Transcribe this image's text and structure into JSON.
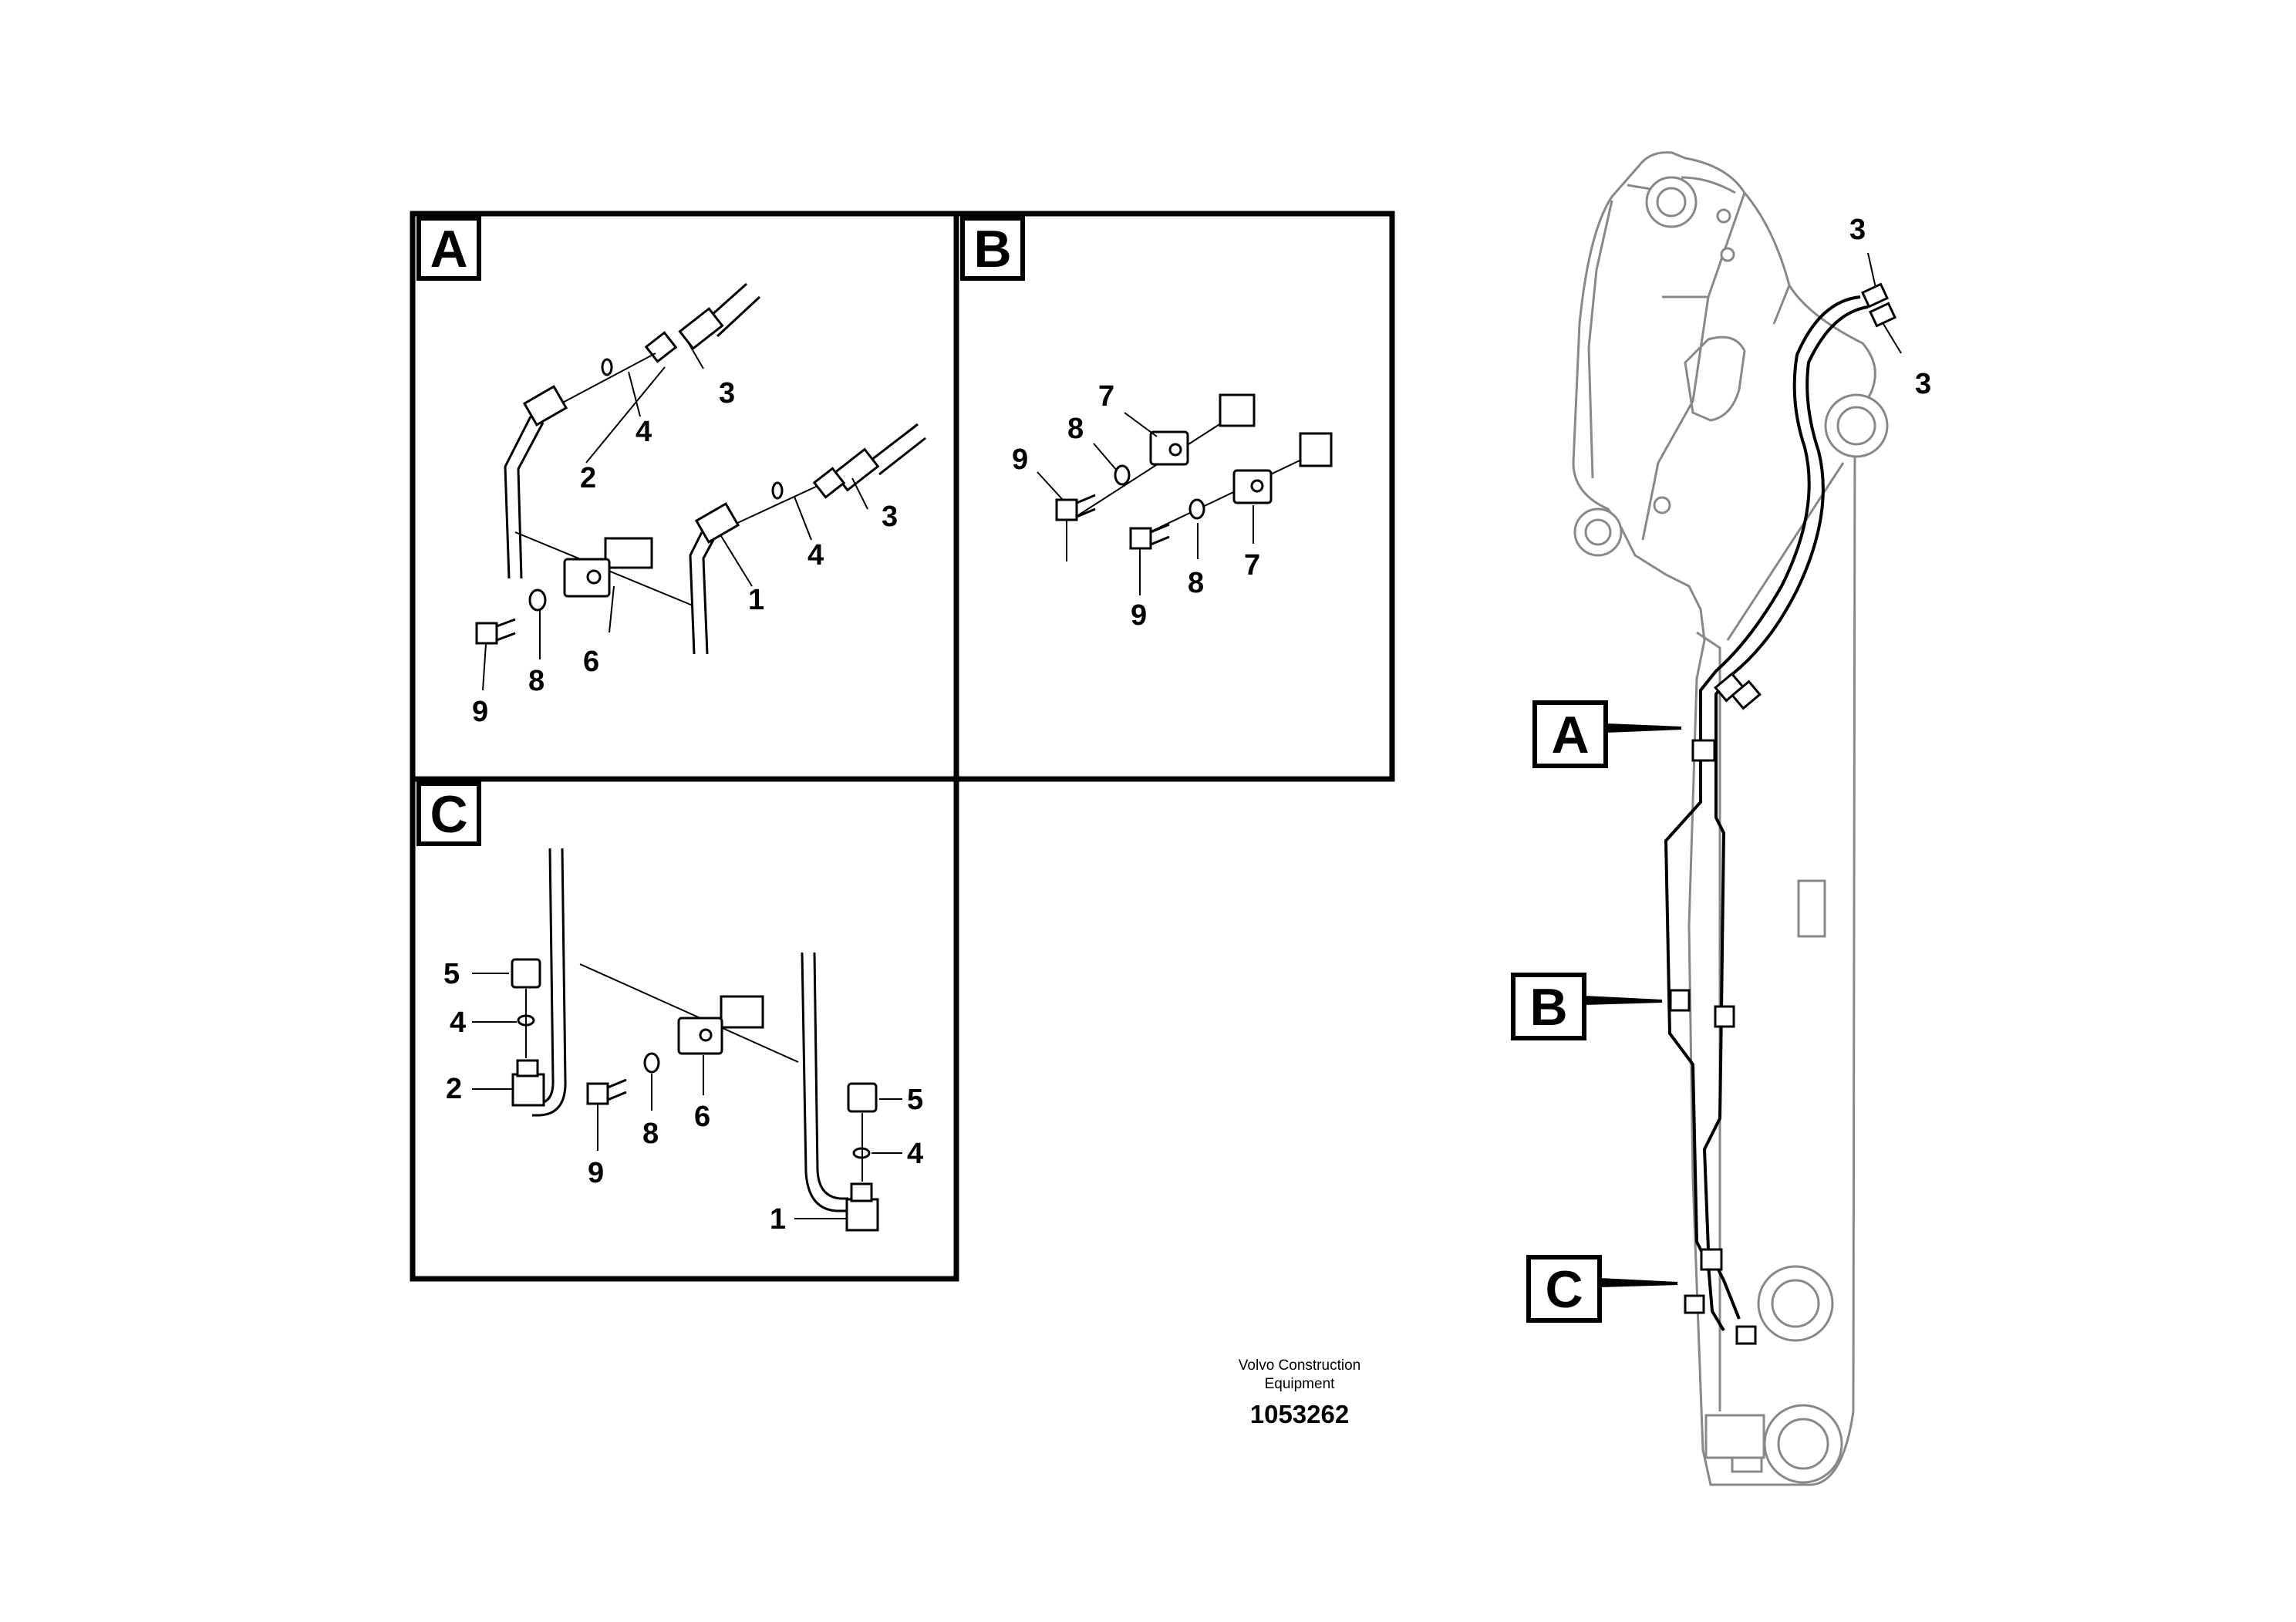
{
  "detail_labels": {
    "a": "A",
    "b": "B",
    "c": "C"
  },
  "callouts": {
    "a": [
      "3",
      "4",
      "2",
      "3",
      "4",
      "1",
      "6",
      "8",
      "9"
    ],
    "b": [
      "7",
      "8",
      "9",
      "8",
      "7",
      "9"
    ],
    "c": [
      "5",
      "4",
      "2",
      "8",
      "6",
      "9",
      "5",
      "4",
      "1"
    ],
    "boom": [
      "3",
      "3"
    ]
  },
  "boom_pointers": {
    "a": "A",
    "b": "B",
    "c": "C"
  },
  "caption": {
    "line1": "Volvo Construction",
    "line2": "Equipment",
    "doc_number": "1053262"
  }
}
